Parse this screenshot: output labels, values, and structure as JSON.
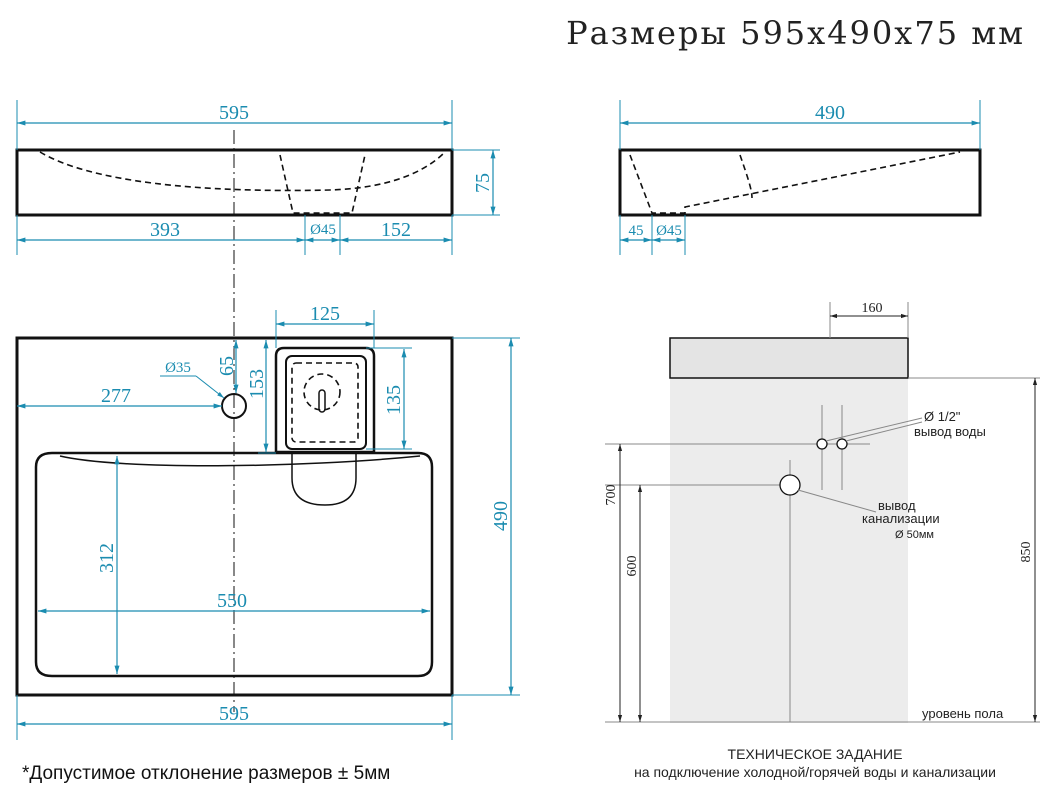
{
  "title": "Размеры 595x490x75 мм",
  "front_view": {
    "width": "595",
    "height": "75",
    "left_offset": "393",
    "drain_diameter": "Ø45",
    "right_offset": "152"
  },
  "side_view": {
    "depth": "490",
    "offset": "45",
    "drain_diameter": "Ø45"
  },
  "plan_view": {
    "shelf_width": "125",
    "tap_hole_diameter": "Ø35",
    "tap_offset_top": "65",
    "tap_offset_left": "277",
    "shelf_depth": "153",
    "inner_depth": "135",
    "basin_depth": "312",
    "basin_width": "550",
    "total_width": "595",
    "total_depth": "490"
  },
  "install": {
    "offset_160": "160",
    "water_outlet_size": "Ø 1/2\"",
    "water_outlet_label": "вывод воды",
    "drain_label_line1": "вывод",
    "drain_label_line2": "канализации",
    "drain_size": "Ø 50мм",
    "height_700": "700",
    "height_600": "600",
    "height_850": "850",
    "floor_label": "уровень пола"
  },
  "footnote": "*Допустимое отклонение размеров ± 5мм",
  "spec_title": "ТЕХНИЧЕСКОЕ ЗАДАНИЕ",
  "spec_subtitle": "на подключение холодной/горячей воды и канализации",
  "colors": {
    "dimension": "#1b8cb0",
    "outline": "#111111",
    "wall": "#ececec"
  }
}
